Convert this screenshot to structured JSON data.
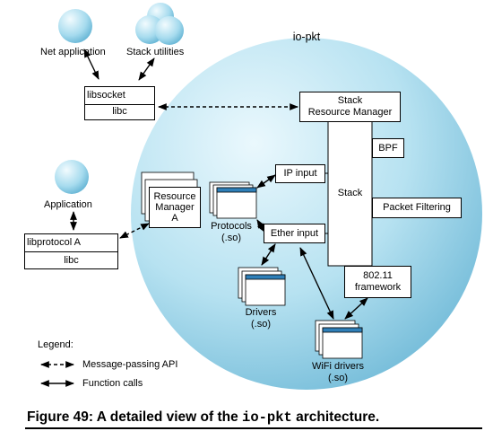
{
  "diagram": {
    "io_pkt_label": "io-pkt",
    "net_application": "Net application",
    "stack_utilities": "Stack utilities",
    "libsocket": "libsocket",
    "libc_top": "libc",
    "stack_resource_manager": "Stack\nResource Manager",
    "bpf": "BPF",
    "ip_input": "IP input",
    "stack": "Stack",
    "packet_filtering": "Packet Filtering",
    "application": "Application",
    "resource_manager_a": "Resource\nManager\nA",
    "protocols": "Protocols\n(.so)",
    "ether_input": "Ether input",
    "libprotocol_a": "libprotocol A",
    "libc_bottom": "libc",
    "wifi_framework": "802.11\nframework",
    "drivers": "Drivers\n(.so)",
    "wifi_drivers": "WiFi drivers\n(.so)"
  },
  "legend": {
    "title": "Legend:",
    "message_passing": "Message-passing API",
    "function_calls": "Function calls"
  },
  "caption": {
    "prefix": "Figure 49: A detailed view of the ",
    "code": "io-pkt",
    "suffix": " architecture."
  },
  "colors": {
    "sphere_light": "#e6f6fc",
    "sphere_mid": "#a9dced",
    "sphere_dark": "#6fbad8",
    "stack_fill": "#ffffff",
    "ink": "#000000"
  }
}
